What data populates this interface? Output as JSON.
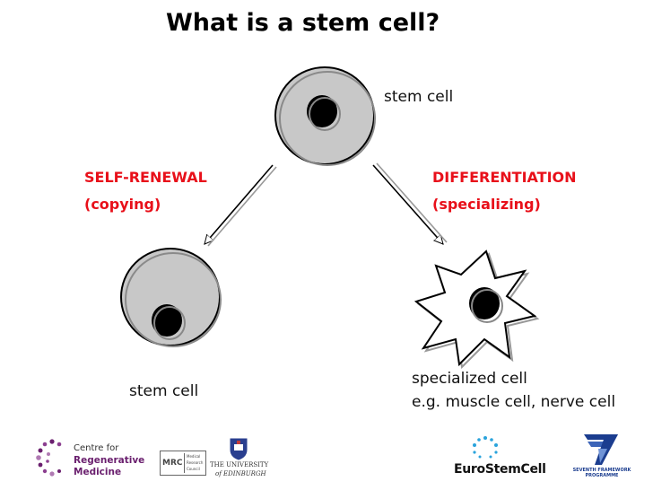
{
  "title": "What is a stem cell?",
  "labels": {
    "top_cell": "stem cell",
    "left_cell": "stem cell",
    "right_cell_line1": "specialized cell",
    "right_cell_line2": "e.g. muscle cell, nerve cell"
  },
  "processes": {
    "left": {
      "name": "SELF-RENEWAL",
      "detail": "(copying)"
    },
    "right": {
      "name": "DIFFERENTIATION",
      "detail": "(specializing)"
    }
  },
  "logos": {
    "crm": [
      "Centre for",
      "Regenerative",
      "Medicine"
    ],
    "mrc": {
      "acronym": "MRC",
      "text": [
        "Medical",
        "Research",
        "Council"
      ]
    },
    "edinburgh": [
      "THE UNIVERSITY",
      "of EDINBURGH"
    ],
    "eurostemcell": "EuroStemCell",
    "fp7": [
      "SEVENTH FRAMEWORK",
      "PROGRAMME"
    ]
  },
  "colors": {
    "accent": "#e8101a",
    "cell_fill": "#c8c8c8",
    "crm_purple": "#6a1f6e",
    "eurostem_blue": "#2aa3dc",
    "fp7_blue": "#1b3d8f"
  }
}
